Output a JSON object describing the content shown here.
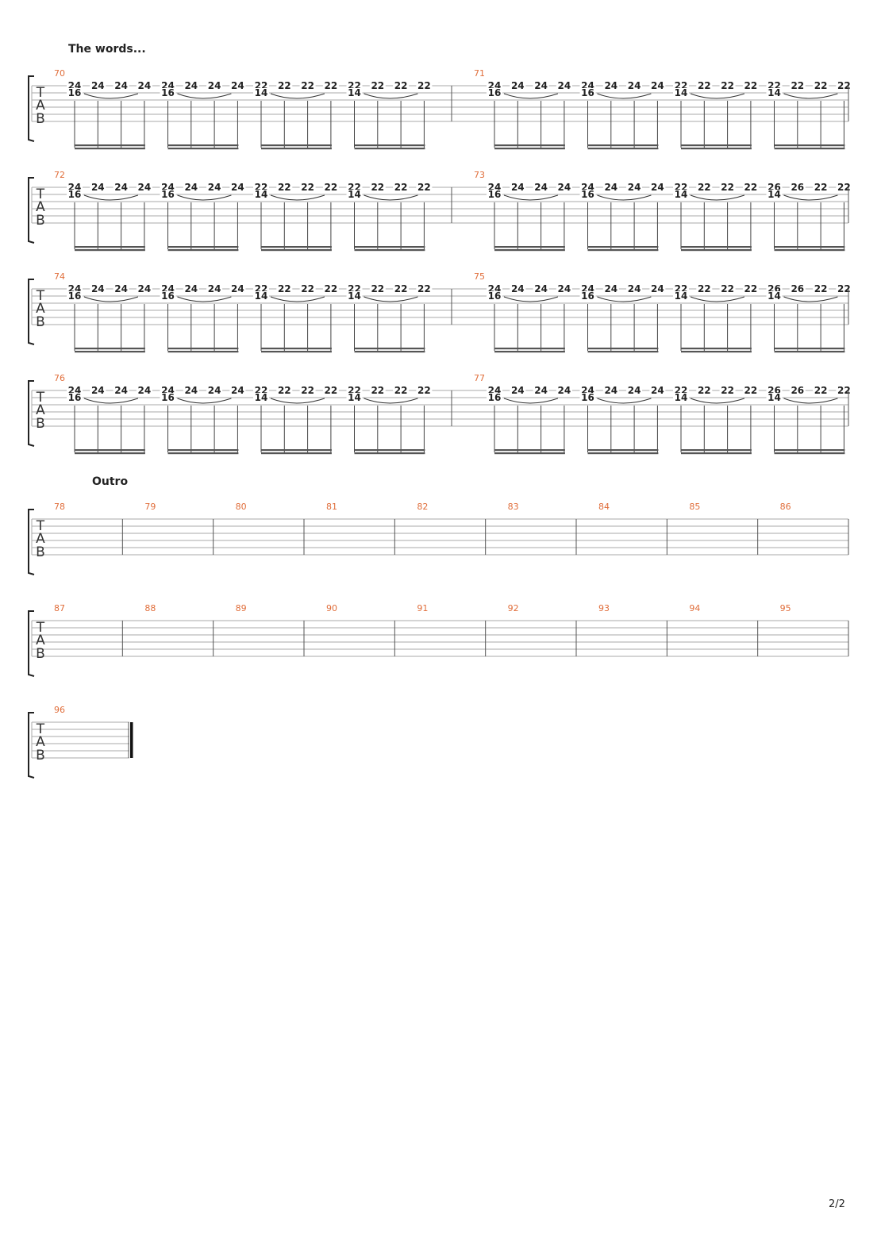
{
  "sections": [
    {
      "title": "The words..."
    },
    {
      "title": "Outro"
    }
  ],
  "clef": [
    "T",
    "A",
    "B"
  ],
  "page_number": "2/2",
  "colors": {
    "measure_number": "#e06d3a",
    "staff_line": "#a8a8a8",
    "text": "#222222"
  },
  "systems": [
    {
      "measures": [
        {
          "number": "70",
          "groups": [
            {
              "top": [
                "24",
                "24",
                "24",
                "24"
              ],
              "low": "16"
            },
            {
              "top": [
                "24",
                "24",
                "24",
                "24"
              ],
              "low": "16"
            },
            {
              "top": [
                "22",
                "22",
                "22",
                "22"
              ],
              "low": "14"
            },
            {
              "top": [
                "22",
                "22",
                "22",
                "22"
              ],
              "low": "14"
            }
          ]
        },
        {
          "number": "71",
          "groups": [
            {
              "top": [
                "24",
                "24",
                "24",
                "24"
              ],
              "low": "16"
            },
            {
              "top": [
                "24",
                "24",
                "24",
                "24"
              ],
              "low": "16"
            },
            {
              "top": [
                "22",
                "22",
                "22",
                "22"
              ],
              "low": "14"
            },
            {
              "top": [
                "22",
                "22",
                "22",
                "22"
              ],
              "low": "14"
            }
          ]
        }
      ]
    },
    {
      "measures": [
        {
          "number": "72",
          "groups": [
            {
              "top": [
                "24",
                "24",
                "24",
                "24"
              ],
              "low": "16"
            },
            {
              "top": [
                "24",
                "24",
                "24",
                "24"
              ],
              "low": "16"
            },
            {
              "top": [
                "22",
                "22",
                "22",
                "22"
              ],
              "low": "14"
            },
            {
              "top": [
                "22",
                "22",
                "22",
                "22"
              ],
              "low": "14"
            }
          ]
        },
        {
          "number": "73",
          "groups": [
            {
              "top": [
                "24",
                "24",
                "24",
                "24"
              ],
              "low": "16"
            },
            {
              "top": [
                "24",
                "24",
                "24",
                "24"
              ],
              "low": "16"
            },
            {
              "top": [
                "22",
                "22",
                "22",
                "22"
              ],
              "low": "14"
            },
            {
              "top": [
                "26",
                "26",
                "22",
                "22"
              ],
              "low": "14"
            }
          ]
        }
      ]
    },
    {
      "measures": [
        {
          "number": "74",
          "groups": [
            {
              "top": [
                "24",
                "24",
                "24",
                "24"
              ],
              "low": "16"
            },
            {
              "top": [
                "24",
                "24",
                "24",
                "24"
              ],
              "low": "16"
            },
            {
              "top": [
                "22",
                "22",
                "22",
                "22"
              ],
              "low": "14"
            },
            {
              "top": [
                "22",
                "22",
                "22",
                "22"
              ],
              "low": "14"
            }
          ]
        },
        {
          "number": "75",
          "groups": [
            {
              "top": [
                "24",
                "24",
                "24",
                "24"
              ],
              "low": "16"
            },
            {
              "top": [
                "24",
                "24",
                "24",
                "24"
              ],
              "low": "16"
            },
            {
              "top": [
                "22",
                "22",
                "22",
                "22"
              ],
              "low": "14"
            },
            {
              "top": [
                "26",
                "26",
                "22",
                "22"
              ],
              "low": "14"
            }
          ]
        }
      ]
    },
    {
      "measures": [
        {
          "number": "76",
          "groups": [
            {
              "top": [
                "24",
                "24",
                "24",
                "24"
              ],
              "low": "16"
            },
            {
              "top": [
                "24",
                "24",
                "24",
                "24"
              ],
              "low": "16"
            },
            {
              "top": [
                "22",
                "22",
                "22",
                "22"
              ],
              "low": "14"
            },
            {
              "top": [
                "22",
                "22",
                "22",
                "22"
              ],
              "low": "14"
            }
          ]
        },
        {
          "number": "77",
          "groups": [
            {
              "top": [
                "24",
                "24",
                "24",
                "24"
              ],
              "low": "16"
            },
            {
              "top": [
                "24",
                "24",
                "24",
                "24"
              ],
              "low": "16"
            },
            {
              "top": [
                "22",
                "22",
                "22",
                "22"
              ],
              "low": "14"
            },
            {
              "top": [
                "26",
                "26",
                "22",
                "22"
              ],
              "low": "14"
            }
          ]
        }
      ]
    },
    {
      "measures": [
        {
          "number": "78",
          "groups": []
        },
        {
          "number": "79",
          "groups": []
        },
        {
          "number": "80",
          "groups": []
        },
        {
          "number": "81",
          "groups": []
        },
        {
          "number": "82",
          "groups": []
        },
        {
          "number": "83",
          "groups": []
        },
        {
          "number": "84",
          "groups": []
        },
        {
          "number": "85",
          "groups": []
        },
        {
          "number": "86",
          "groups": []
        }
      ]
    },
    {
      "measures": [
        {
          "number": "87",
          "groups": []
        },
        {
          "number": "88",
          "groups": []
        },
        {
          "number": "89",
          "groups": []
        },
        {
          "number": "90",
          "groups": []
        },
        {
          "number": "91",
          "groups": []
        },
        {
          "number": "92",
          "groups": []
        },
        {
          "number": "93",
          "groups": []
        },
        {
          "number": "94",
          "groups": []
        },
        {
          "number": "95",
          "groups": []
        }
      ]
    },
    {
      "final": true,
      "measures": [
        {
          "number": "96",
          "groups": []
        }
      ]
    }
  ]
}
